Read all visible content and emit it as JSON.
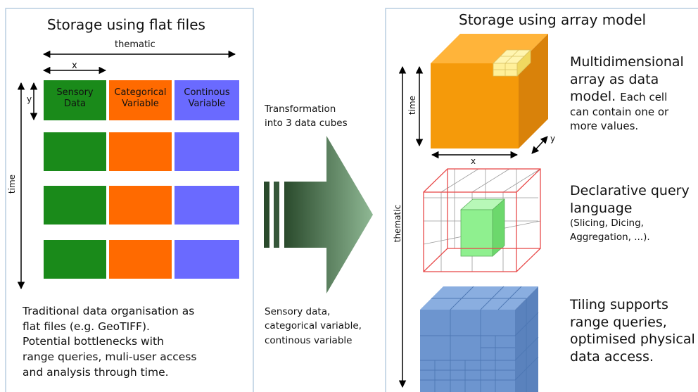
{
  "left_panel": {
    "title": "Storage using flat files",
    "axis_thematic": "thematic",
    "axis_x": "x",
    "axis_y": "y",
    "axis_time": "time",
    "headers": [
      {
        "lines": [
          "Sensory",
          "Data"
        ],
        "color": "#1a8a1a"
      },
      {
        "lines": [
          "Categorical",
          "Variable"
        ],
        "color": "#ff6a00"
      },
      {
        "lines": [
          "Continous",
          "Variable"
        ],
        "color": "#6a6aff"
      }
    ],
    "row_colors": [
      "#1a8a1a",
      "#ff6a00",
      "#6a6aff"
    ],
    "description": [
      "Traditional data organisation as",
      "flat files (e.g. GeoTIFF).",
      "Potential bottlenecks with",
      "range queries, muli-user access",
      "and analysis through time."
    ]
  },
  "middle": {
    "top_label": [
      "Transformation",
      "into 3 data cubes"
    ],
    "bottom_label": [
      "Sensory data,",
      "categorical variable,",
      "continous variable"
    ],
    "arrow_color_light": "#8fb894",
    "arrow_color_dark": "#2a4a2c"
  },
  "right_panel": {
    "title": "Storage using array model",
    "axis_time": "time",
    "axis_x": "x",
    "axis_y": "y",
    "axis_thematic": "thematic",
    "feature1": {
      "large": [
        "Multidimensional",
        "array as data",
        "model."
      ],
      "small_inline": "Each cell",
      "small": [
        "can contain one or",
        "more values."
      ]
    },
    "feature2": {
      "large": [
        "Declarative query",
        "language"
      ],
      "small": [
        "(Slicing, Dicing,",
        "Aggregation, ...)."
      ]
    },
    "feature3": {
      "large": [
        "Tiling supports",
        "range queries,",
        "optimised physical",
        "data access."
      ]
    },
    "colors": {
      "cube_orange": "#f59a0a",
      "cube_highlight": "#fff09a",
      "wire_red": "#e84a4a",
      "green_box": "#8ff08f",
      "tile_blue": "#6d95cf"
    }
  }
}
